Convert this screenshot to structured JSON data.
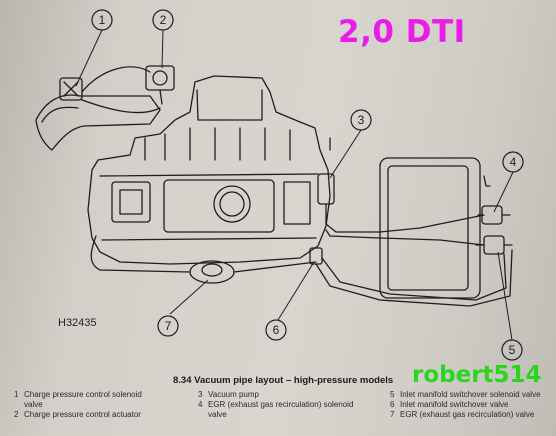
{
  "overlay_title": "2,0 DTI",
  "drawing_code": "H32435",
  "figure_caption": "8.34 Vacuum pipe layout – high-pressure models",
  "watermark": "robert514",
  "callouts": [
    "1",
    "2",
    "3",
    "4",
    "5",
    "6",
    "7"
  ],
  "legend": {
    "col1": [
      {
        "num": "1",
        "text": "Charge pressure control solenoid",
        "cont": "valve"
      },
      {
        "num": "2",
        "text": "Charge pressure control actuator",
        "cont": ""
      }
    ],
    "col2": [
      {
        "num": "3",
        "text": "Vacuum pump",
        "cont": ""
      },
      {
        "num": "4",
        "text": "EGR (exhaust gas recirculation) solenoid",
        "cont": "valve"
      }
    ],
    "col3": [
      {
        "num": "5",
        "text": "Inlet manifold switchover solenoid valve",
        "cont": ""
      },
      {
        "num": "6",
        "text": "Inlet manifold switchover valve",
        "cont": ""
      },
      {
        "num": "7",
        "text": "EGR (exhaust gas recirculation) valve",
        "cont": ""
      }
    ]
  },
  "colors": {
    "overlay_title": "#ea1ce8",
    "watermark": "#2bd41f",
    "ink": "#1e1e1e"
  }
}
